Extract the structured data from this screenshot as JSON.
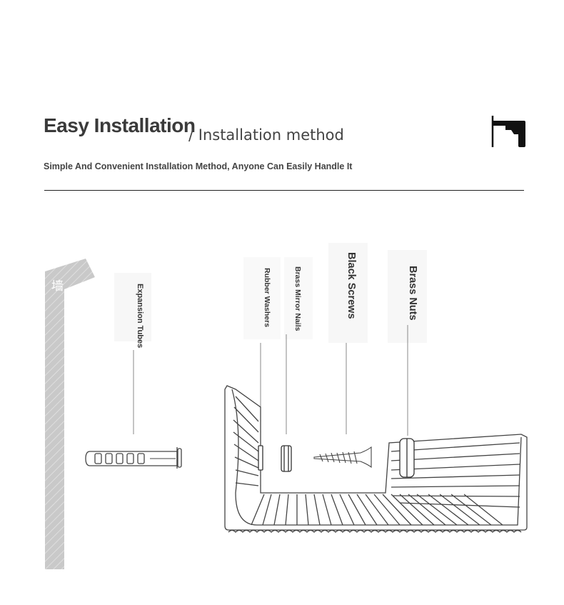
{
  "header": {
    "title": "Easy Installation",
    "title_suffix": "/ Installation method",
    "subtitle": "Simple And Convenient Installation Method, Anyone Can Easily Handle It",
    "icon": "drill-icon"
  },
  "labels": {
    "wall": "墙",
    "expansion_tubes": "Expansion Tubes",
    "rubber_washers": "Rubber Washers",
    "brass_mirror_nails": "Brass Mirror Nails",
    "black_screws": "Black Screws",
    "brass_nuts": "Brass Nuts"
  },
  "colors": {
    "wall_fill": "#c8c8c8",
    "line": "#555555",
    "text": "#333333"
  }
}
